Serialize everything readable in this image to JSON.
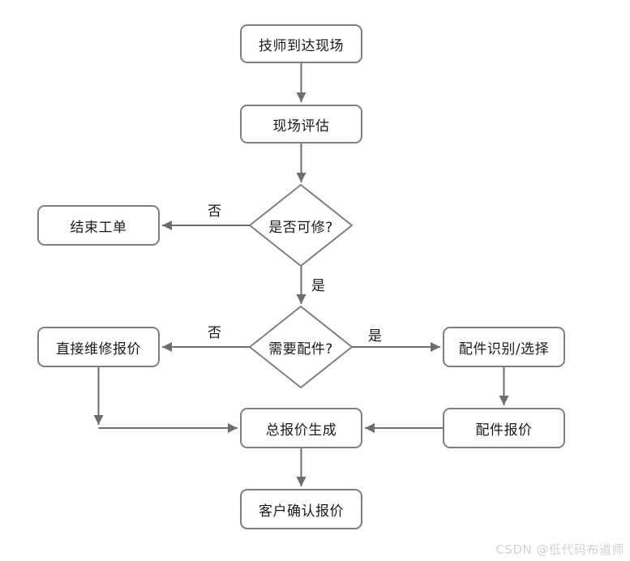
{
  "diagram": {
    "nodes": {
      "arrive": {
        "label": "技师到达现场",
        "type": "process"
      },
      "assess": {
        "label": "现场评估",
        "type": "process"
      },
      "repairable": {
        "label": "是否可修?",
        "type": "decision"
      },
      "end_order": {
        "label": "结束工单",
        "type": "process"
      },
      "need_parts": {
        "label": "需要配件?",
        "type": "decision"
      },
      "direct_quote": {
        "label": "直接维修报价",
        "type": "process"
      },
      "part_select": {
        "label": "配件识别/选择",
        "type": "process"
      },
      "part_quote": {
        "label": "配件报价",
        "type": "process"
      },
      "total_quote": {
        "label": "总报价生成",
        "type": "process"
      },
      "confirm_quote": {
        "label": "客户确认报价",
        "type": "process"
      }
    },
    "edge_labels": {
      "repairable_no": "否",
      "repairable_yes": "是",
      "need_parts_no": "否",
      "need_parts_yes": "是"
    }
  },
  "watermark": {
    "text": "CSDN @低代码布道师"
  },
  "colors": {
    "background": "#ffffff",
    "node_border": "#7f7f7f",
    "node_fill": "#ffffff",
    "connector": "#6e6e6e",
    "text": "#1a1a1a",
    "watermark": "#d2d2d2"
  }
}
